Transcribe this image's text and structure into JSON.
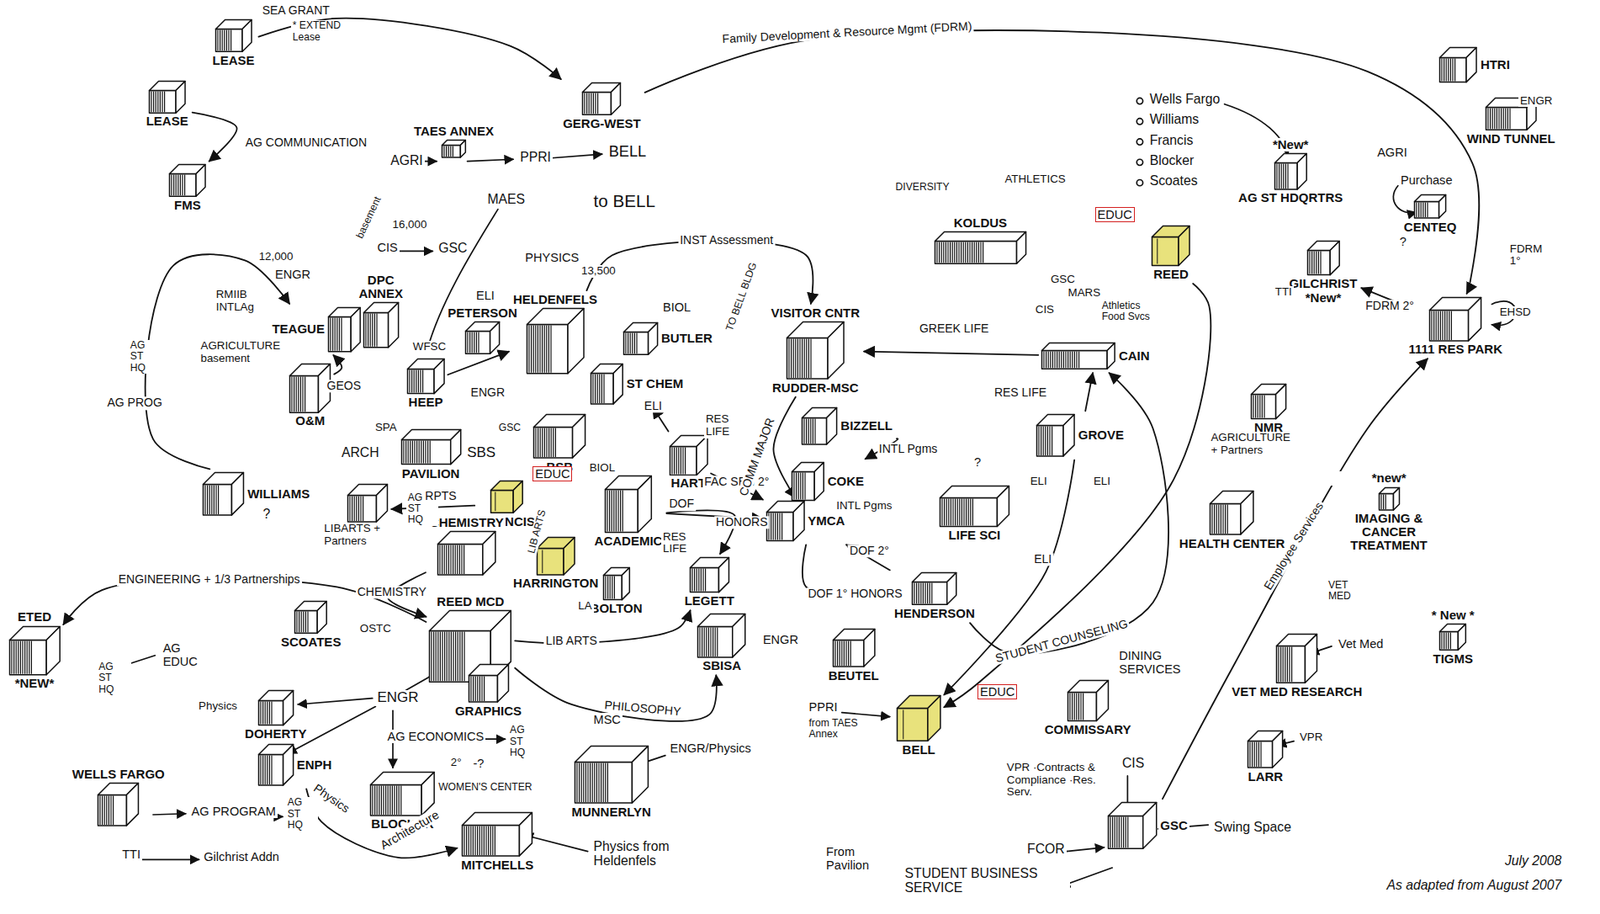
{
  "diagram": {
    "nodes": [
      {
        "text": [
          "LEASE"
        ]
      },
      {
        "text": [
          "LEASE"
        ]
      },
      {
        "text": [
          "FMS"
        ]
      },
      {
        "text": [
          "GERG-WEST"
        ]
      },
      {
        "text": [
          "TAES ANNEX"
        ]
      },
      {
        "text": [
          "HTRI"
        ]
      },
      {
        "text": [
          "WIND TUNNEL"
        ]
      },
      {
        "text": [
          "*New*",
          "AG ST HDQRTRS"
        ]
      },
      {
        "text": [
          "CENTEQ"
        ]
      },
      {
        "text": [
          "GILCHRIST",
          "*New*"
        ]
      },
      {
        "text": [
          "1111 RES PARK"
        ]
      },
      {
        "text": [
          "KOLDUS"
        ]
      },
      {
        "text": [
          "REED"
        ]
      },
      {
        "text": [
          "CAIN"
        ]
      },
      {
        "text": [
          "GROVE"
        ]
      },
      {
        "text": [
          "NMR"
        ]
      },
      {
        "text": [
          "HEALTH CENTER"
        ]
      },
      {
        "text": [
          "LIFE SCI"
        ]
      },
      {
        "text": [
          "*new*",
          "IMAGING & CANCER TREATMENT"
        ]
      },
      {
        "text": [
          "* New *",
          "TIGMS"
        ]
      },
      {
        "text": [
          "VET MED RESEARCH"
        ]
      },
      {
        "text": [
          "LARR"
        ]
      },
      {
        "text": [
          "GSC"
        ]
      },
      {
        "text": [
          "COMMISSARY"
        ]
      },
      {
        "text": [
          "BELL"
        ]
      },
      {
        "text": [
          "BEUTEL"
        ]
      },
      {
        "text": [
          "HENDERSON"
        ]
      },
      {
        "text": [
          "YMCA"
        ]
      },
      {
        "text": [
          "COKE"
        ]
      },
      {
        "text": [
          "BIZZELL"
        ]
      },
      {
        "text": [
          "VISITOR CNTR",
          "RUDDER-MSC"
        ]
      },
      {
        "text": [
          "HART"
        ]
      },
      {
        "text": [
          "ST CHEM"
        ]
      },
      {
        "text": [
          "BUTLER"
        ]
      },
      {
        "text": [
          "HELDENFELS"
        ]
      },
      {
        "text": [
          "PETERSON"
        ]
      },
      {
        "text": [
          "HEEP"
        ]
      },
      {
        "text": [
          "DPC ANNEX"
        ]
      },
      {
        "text": [
          "TEAGUE"
        ]
      },
      {
        "text": [
          "O&M"
        ]
      },
      {
        "text": [
          "PAVILION"
        ]
      },
      {
        "text": [
          "BSB"
        ]
      },
      {
        "text": [
          "FRANCIS"
        ]
      },
      {
        "text": [
          "ACADEMIC"
        ]
      },
      {
        "text": [
          "LAAH"
        ]
      },
      {
        "text": [
          "WILLIAMS"
        ]
      },
      {
        "text": [
          "CHEMISTRY"
        ]
      },
      {
        "text": [
          "HARRINGTON"
        ]
      },
      {
        "text": [
          "BOLTON"
        ]
      },
      {
        "text": [
          "LEGETT"
        ]
      },
      {
        "text": [
          "SBISA"
        ]
      },
      {
        "text": [
          "REED MCD"
        ]
      },
      {
        "text": [
          "GRAPHICS"
        ]
      },
      {
        "text": [
          "SCOATES"
        ]
      },
      {
        "text": [
          "ETED",
          "*NEW*"
        ]
      },
      {
        "text": [
          "DOHERTY"
        ]
      },
      {
        "text": [
          "ENPH"
        ]
      },
      {
        "text": [
          "BLOCKER"
        ]
      },
      {
        "text": [
          "MITCHELLS"
        ]
      },
      {
        "text": [
          "MUNNERLYN"
        ]
      },
      {
        "text": [
          "WELLS FARGO"
        ]
      }
    ],
    "edges": [
      {
        "from": 0,
        "to": 3,
        "arrow": "to",
        "label": "SEA GRANT"
      },
      {
        "from": 1,
        "to": 2,
        "arrow": "to",
        "label": "AG COMMUNICATION"
      },
      {
        "from": 3,
        "to": 10,
        "arrow": "to",
        "label": "Family Development & Resource Mgmt (FDRM)"
      },
      {
        "from": 10,
        "to": 9,
        "arrow": "to",
        "label": "FDRM 2°"
      },
      {
        "from": 22,
        "to": 10,
        "arrow": "to",
        "label": "Employee Services"
      },
      {
        "from": 13,
        "to": 30,
        "arrow": "to",
        "label": "GREEK LIFE"
      },
      {
        "from": 14,
        "to": 13,
        "arrow": "to",
        "label": "RES LIFE"
      },
      {
        "from": 26,
        "to": 13,
        "arrow": "to",
        "label": "STUDENT COUNSELING"
      },
      {
        "from": 12,
        "to": 24,
        "arrow": "to"
      },
      {
        "from": 31,
        "to": 27,
        "arrow": "to",
        "label": "FAC SEN 2°"
      },
      {
        "from": 43,
        "to": 27,
        "arrow": "to",
        "label": "DOF"
      },
      {
        "from": 26,
        "to": 27,
        "arrow": "to",
        "label": "DOF 2°"
      },
      {
        "from": 27,
        "to": 26,
        "arrow": "to",
        "label": "DOF 1° HONORS"
      },
      {
        "from": 29,
        "to": 28,
        "arrow": "to",
        "label": "INTL Pgms"
      },
      {
        "from": 30,
        "to": 27,
        "arrow": "to",
        "label": "COMM MAJOR"
      },
      {
        "from": 34,
        "to": 30,
        "arrow": "to",
        "label": "INST Assessment"
      },
      {
        "from": 43,
        "to": 49,
        "arrow": "to",
        "label": "HONORS"
      },
      {
        "from": 51,
        "to": 49,
        "arrow": "to",
        "label": "LIB ARTS"
      },
      {
        "from": 51,
        "to": 50,
        "arrow": "to",
        "label": "PHILOSOPHY"
      },
      {
        "from": 51,
        "to": 54,
        "arrow": "to",
        "label": "ENGINEERING + 1/3 Partnerships"
      },
      {
        "from": 56,
        "to": 58,
        "arrow": "to",
        "label": "Physics"
      },
      {
        "from": 42,
        "to": 44,
        "arrow": "to",
        "label": "RPTS"
      },
      {
        "from": 45,
        "to": 38,
        "arrow": "to",
        "label": "AG PROG"
      },
      {
        "from": 39,
        "to": 38,
        "arrow": "to",
        "label": "GEOS"
      },
      {
        "from": 46,
        "to": 51,
        "arrow": "to",
        "label": "CHEMISTRY"
      },
      {
        "from": 14,
        "to": 24,
        "arrow": "to",
        "label": "ELI"
      },
      {
        "from": 36,
        "to": 34,
        "arrow": "to",
        "label": "ENGR"
      },
      {
        "from": 31,
        "to": 32,
        "arrow": "to",
        "label": "ELI"
      }
    ],
    "labels": [
      "* EXTEND Lease",
      "AGRI",
      "PPRI",
      "BELL",
      "MAES",
      "to BELL",
      "basement",
      "CIS",
      "16,000",
      "GSC",
      "12,000",
      "ENGR",
      "RMIIB INTLAg",
      "AGRICULTURE basement",
      "WFSC",
      "ELI",
      "PHYSICS",
      "13,500",
      "BIOL",
      "TO BELL BLDG",
      "RES LIFE",
      "ARCH",
      "SPA",
      "SBS",
      "GSC",
      "BIOL",
      "EDUC",
      "AG ST HQ",
      "LIBARTS + Partners",
      "?",
      "RES LIFE",
      "LA",
      "ENGR",
      "OSTC",
      "ENGR",
      "AG EDUC",
      "AG ST HQ",
      "Physics",
      "AG ECONOMICS",
      "AG ST HQ",
      "2°",
      "-?",
      "WOMEN'S CENTER",
      "Architecture",
      "MSC",
      "ENGR/Physics",
      "Physics from Heldenfels",
      "AG PROGRAM",
      "AG ST HQ",
      "TTI",
      "Gilchrist Addn",
      "PPRI",
      "from TAES Annex",
      "DINING SERVICES",
      "EDUC",
      "VPR ·Contracts & Compliance ·Res. Serv.",
      "CIS",
      "Swing Space",
      "FCOR",
      "From Pavilion",
      "STUDENT BUSINESS SERVICE",
      "VPR",
      "Vet Med",
      "VET MED",
      "AGRICULTURE + Partners",
      "EHSD",
      "FDRM 1°",
      "AGRI",
      "Purchase",
      "?",
      "TTI",
      "ENGR",
      "Wells Fargo",
      "Williams",
      "Francis",
      "Blocker",
      "Scoates",
      "DIVERSITY",
      "ATHLETICS",
      "EDUC",
      "GSC",
      "MARS",
      "CIS",
      "Athletics Food Svcs",
      "ELI",
      "ELI",
      "?",
      "INTL Pgms",
      "AG ST HQ",
      "LIB ARTS",
      "July 2008",
      "As adapted from August 2007"
    ]
  }
}
